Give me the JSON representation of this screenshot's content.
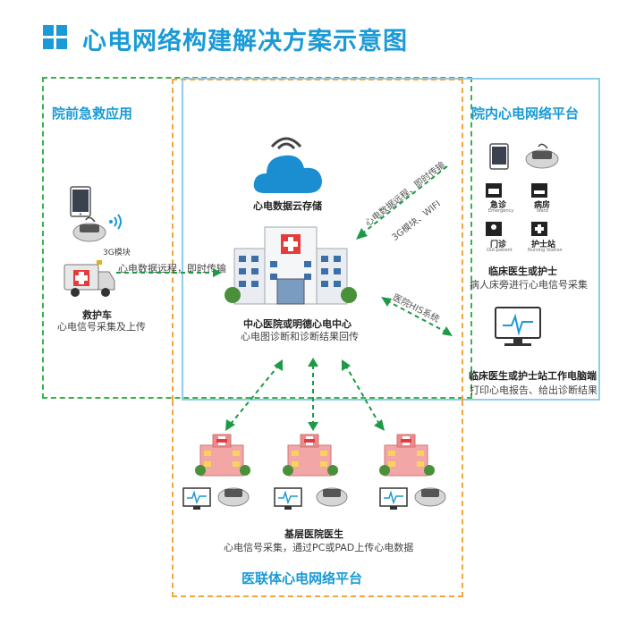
{
  "title": "心电网络构建解决方案示意图",
  "left_section": {
    "title": "院前急救应用",
    "module_label": "3G模块",
    "transfer_label": "心电数据远程，即时传输",
    "ambulance_name": "救护车",
    "ambulance_desc": "心电信号采集及上传"
  },
  "center_section": {
    "cloud_label": "心电数据云存储",
    "hospital_name": "中心医院或明德心电中心",
    "hospital_desc": "心电图诊断和诊断结果回传",
    "upload_label_1": "心电数据远程、即时传输",
    "upload_label_2": "3G模块、WIFI",
    "his_label": "医院HIS系统"
  },
  "right_section": {
    "title": "院内心电网络平台",
    "wards": [
      {
        "cn": "急诊",
        "en": "Emergency"
      },
      {
        "cn": "病房",
        "en": "Ward"
      },
      {
        "cn": "门诊",
        "en": "Out-patient"
      },
      {
        "cn": "护士站",
        "en": "Nursing Station"
      }
    ],
    "clinician_title": "临床医生或护士",
    "clinician_desc": "病人床旁进行心电信号采集",
    "workstation_title": "临床医生或护士站工作电脑端",
    "workstation_desc": "打印心电报告、给出诊断结果"
  },
  "bottom_section": {
    "title": "医联体心电网络平台",
    "doctor_title": "基层医院医生",
    "doctor_desc": "心电信号采集，通过PC或PAD上传心电数据"
  },
  "colors": {
    "blue": "#1a9ad6",
    "green": "#39b24a",
    "orange": "#f2a641",
    "arrow": "#1e9a47"
  }
}
